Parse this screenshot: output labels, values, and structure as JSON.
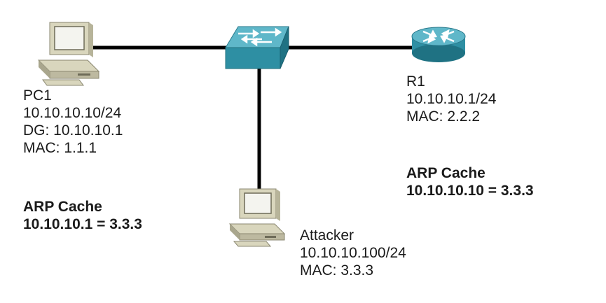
{
  "pc1": {
    "name": "PC1",
    "ip": "10.10.10.10/24",
    "gateway": "DG: 10.10.10.1",
    "mac": "MAC: 1.1.1",
    "arp_title": "ARP Cache",
    "arp_entry": "10.10.10.1 = 3.3.3"
  },
  "r1": {
    "name": "R1",
    "ip": "10.10.10.1/24",
    "mac": "MAC: 2.2.2",
    "arp_title": "ARP Cache",
    "arp_entry": "10.10.10.10 = 3.3.3"
  },
  "attacker": {
    "name": "Attacker",
    "ip": "10.10.10.100/24",
    "mac": "MAC: 3.3.3"
  },
  "icons": {
    "pc1": "desktop-computer-icon",
    "attacker": "desktop-computer-icon",
    "switch": "network-switch-icon",
    "router": "router-icon"
  },
  "colors": {
    "device_teal": "#2e8fa3",
    "computer_beige": "#d9d6bd",
    "link_black": "#000000"
  }
}
